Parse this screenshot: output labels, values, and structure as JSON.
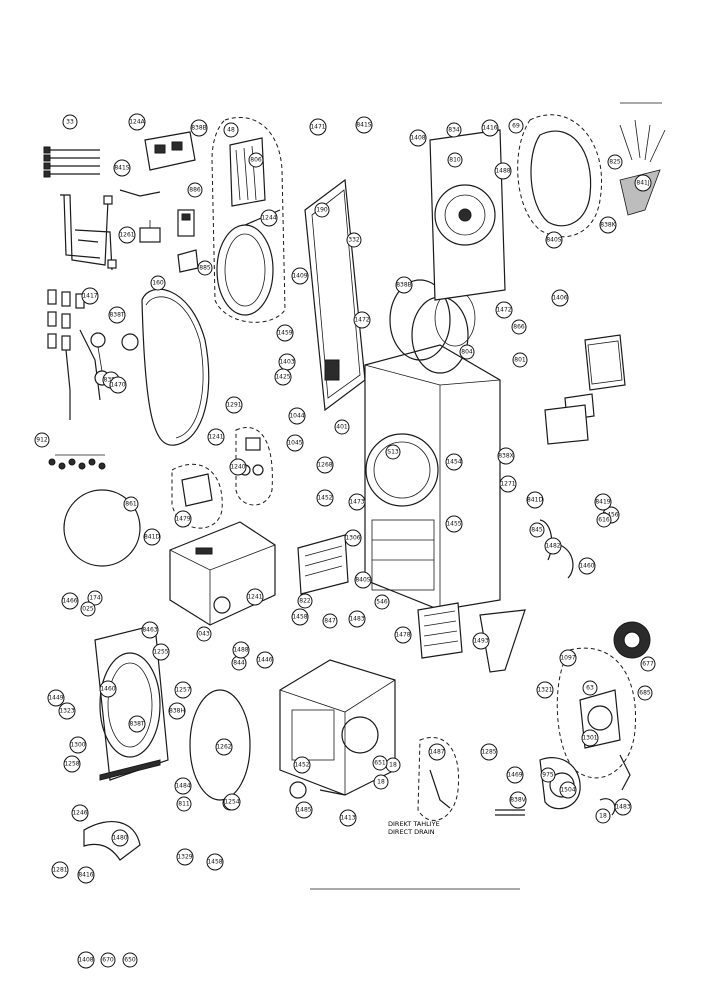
{
  "callouts": [
    {
      "label": "33"
    },
    {
      "label": "124A"
    },
    {
      "label": "838B"
    },
    {
      "label": "48"
    },
    {
      "label": "1471"
    },
    {
      "label": "841S"
    },
    {
      "label": "1408"
    },
    {
      "label": "834"
    },
    {
      "label": "1416"
    },
    {
      "label": "69"
    },
    {
      "label": "825"
    },
    {
      "label": "841J"
    },
    {
      "label": "841S"
    },
    {
      "label": "1488"
    },
    {
      "label": "810"
    },
    {
      "label": "806"
    },
    {
      "label": "886"
    },
    {
      "label": "190"
    },
    {
      "label": "838K"
    },
    {
      "label": "332"
    },
    {
      "label": "840S"
    },
    {
      "label": "1261"
    },
    {
      "label": "1244"
    },
    {
      "label": "885"
    },
    {
      "label": "1409"
    },
    {
      "label": "838B"
    },
    {
      "label": "1472"
    },
    {
      "label": "866"
    },
    {
      "label": "1417"
    },
    {
      "label": "838T"
    },
    {
      "label": "1406"
    },
    {
      "label": "160"
    },
    {
      "label": "838F"
    },
    {
      "label": "804"
    },
    {
      "label": "912"
    },
    {
      "label": "801"
    },
    {
      "label": "1472"
    },
    {
      "label": "1459"
    },
    {
      "label": "1403"
    },
    {
      "label": "1425"
    },
    {
      "label": "1470"
    },
    {
      "label": "1291"
    },
    {
      "label": "1044"
    },
    {
      "label": "1045"
    },
    {
      "label": "401"
    },
    {
      "label": "1454"
    },
    {
      "label": "1271"
    },
    {
      "label": "S13"
    },
    {
      "label": "841D"
    },
    {
      "label": "1241"
    },
    {
      "label": "1240"
    },
    {
      "label": "1268"
    },
    {
      "label": "1452"
    },
    {
      "label": "1473"
    },
    {
      "label": "1455"
    },
    {
      "label": "838X"
    },
    {
      "label": "861"
    },
    {
      "label": "1479"
    },
    {
      "label": "1306"
    },
    {
      "label": "1456"
    },
    {
      "label": "845"
    },
    {
      "label": "8419"
    },
    {
      "label": "1482"
    },
    {
      "label": "1460"
    },
    {
      "label": "841D"
    },
    {
      "label": "840S"
    },
    {
      "label": "1466"
    },
    {
      "label": "174"
    },
    {
      "label": "025"
    },
    {
      "label": "1241"
    },
    {
      "label": "8463"
    },
    {
      "label": "1458"
    },
    {
      "label": "546"
    },
    {
      "label": "1493"
    },
    {
      "label": "043"
    },
    {
      "label": "822"
    },
    {
      "label": "1483"
    },
    {
      "label": "1478"
    },
    {
      "label": "847"
    },
    {
      "label": "616"
    },
    {
      "label": "1097"
    },
    {
      "label": "1255"
    },
    {
      "label": "1257"
    },
    {
      "label": "1321"
    },
    {
      "label": "1460"
    },
    {
      "label": "844"
    },
    {
      "label": "1488"
    },
    {
      "label": "1446"
    },
    {
      "label": "838H"
    },
    {
      "label": "1301"
    },
    {
      "label": "63"
    },
    {
      "label": "677"
    },
    {
      "label": "841"
    },
    {
      "label": "1449"
    },
    {
      "label": "1323"
    },
    {
      "label": "1300"
    },
    {
      "label": "838T"
    },
    {
      "label": "1262"
    },
    {
      "label": "1484"
    },
    {
      "label": "1254"
    },
    {
      "label": "811"
    },
    {
      "label": "1258"
    },
    {
      "label": "1246"
    },
    {
      "label": "1485"
    },
    {
      "label": "1452"
    },
    {
      "label": "18"
    },
    {
      "label": "18"
    },
    {
      "label": "651"
    },
    {
      "label": "1469"
    },
    {
      "label": "838V"
    },
    {
      "label": "975"
    },
    {
      "label": "1285"
    },
    {
      "label": "1487"
    },
    {
      "label": "1504"
    },
    {
      "label": "1480"
    },
    {
      "label": "1281"
    },
    {
      "label": "1329"
    },
    {
      "label": "1458"
    },
    {
      "label": "8416"
    },
    {
      "label": "1413"
    },
    {
      "label": "1483"
    },
    {
      "label": "18"
    },
    {
      "label": "685"
    },
    {
      "label": "1408"
    },
    {
      "label": "670"
    },
    {
      "label": "650"
    }
  ],
  "note": {
    "line1": "DIREKT TAHLIYE",
    "line2": "DIRECT DRAIN"
  }
}
